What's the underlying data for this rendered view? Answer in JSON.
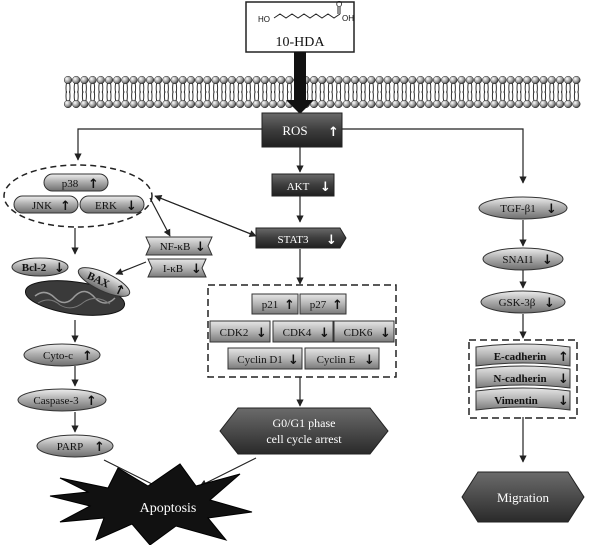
{
  "molecule": {
    "label": "10-HDA",
    "ho_label": "HO",
    "oh_label": "OH",
    "o_label": "O"
  },
  "nodes": {
    "ros": {
      "label": "ROS",
      "arrow": "↑"
    },
    "p38": {
      "label": "p38",
      "arrow": "↑"
    },
    "jnk": {
      "label": "JNK",
      "arrow": "↑"
    },
    "erk": {
      "label": "ERK",
      "arrow": "↓"
    },
    "akt": {
      "label": "AKT",
      "arrow": "↓"
    },
    "stat3": {
      "label": "STAT3",
      "arrow": "↓"
    },
    "nfkb": {
      "label": "NF-κB",
      "arrow": "↓"
    },
    "ikb": {
      "label": "I-κB",
      "arrow": "↓"
    },
    "bcl2": {
      "label": "Bcl-2",
      "arrow": "↓"
    },
    "bax": {
      "label": "BAX",
      "arrow": "↑"
    },
    "cytoc": {
      "label": "Cyto-c",
      "arrow": "↑"
    },
    "casp3": {
      "label": "Caspase-3",
      "arrow": "↑"
    },
    "parp": {
      "label": "PARP",
      "arrow": "↑"
    },
    "p21": {
      "label": "p21",
      "arrow": "↑"
    },
    "p27": {
      "label": "p27",
      "arrow": "↑"
    },
    "cdk2": {
      "label": "CDK2",
      "arrow": "↓"
    },
    "cdk4": {
      "label": "CDK4",
      "arrow": "↓"
    },
    "cdk6": {
      "label": "CDK6",
      "arrow": "↓"
    },
    "cycd1": {
      "label": "Cyclin D1",
      "arrow": "↓"
    },
    "cyce": {
      "label": "Cyclin E",
      "arrow": "↓"
    },
    "tgfb1": {
      "label": "TGF-β1",
      "arrow": "↓"
    },
    "snail": {
      "label": "SNAI1",
      "arrow": "↓"
    },
    "gsk3b": {
      "label": "GSK-3β",
      "arrow": "↓"
    },
    "ecad": {
      "label": "E-cadherin",
      "arrow": "↑"
    },
    "ncad": {
      "label": "N-cadherin",
      "arrow": "↓"
    },
    "vim": {
      "label": "Vimentin",
      "arrow": "↓"
    }
  },
  "outcomes": {
    "g0g1_line1": "G0/G1 phase",
    "g0g1_line2": "cell cycle arrest",
    "apoptosis": "Apoptosis",
    "migration": "Migration"
  },
  "colors": {
    "dark_box": "#3a3a3a",
    "mid_box": "#555555",
    "light_fill": "#c9c9c9",
    "pill_fill": "#b8b8b8",
    "starburst": "#111111"
  }
}
